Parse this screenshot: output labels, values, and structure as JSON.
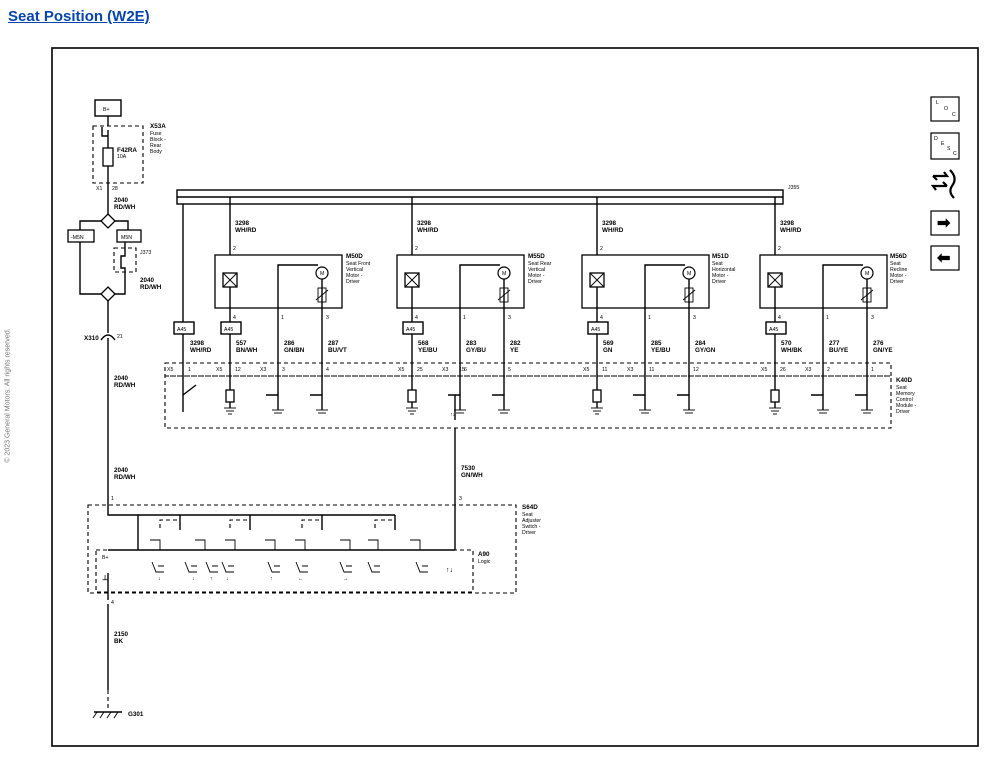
{
  "page": {
    "title": "Seat Position (W2E)",
    "copyright": "© 2023 General Motors.  All rights reserved."
  },
  "diagram": {
    "battery_label": "B+",
    "fuse_block": {
      "id": "X53A",
      "name_lines": [
        "Fuse",
        "Block -",
        "Rear",
        "Body"
      ]
    },
    "fuse": {
      "id": "F42RA",
      "rating": "10A"
    },
    "fuse_pins": {
      "left": "X1",
      "right": "28"
    },
    "wire_2040_a": {
      "num": "2040",
      "color": "RD/WH"
    },
    "wire_2040_b": {
      "num": "2040",
      "color": "RD/WH"
    },
    "wire_2040_c": {
      "num": "2040",
      "color": "RD/WH"
    },
    "wire_2040_d": {
      "num": "2040",
      "color": "RD/WH"
    },
    "option_boxes": {
      "left": "-M5N",
      "right": "M5N"
    },
    "jumper": "J373",
    "inline_connector": {
      "id": "X310",
      "pin": "21"
    },
    "splice": "J355",
    "a45_label": "A45",
    "motors": [
      {
        "id": "M50D",
        "name_lines": [
          "Seat Front",
          "Vertical",
          "Motor -",
          "Driver"
        ],
        "wire": {
          "num": "3298",
          "color": "WH/RD"
        },
        "pins": {
          "top": "2",
          "left": "4",
          "mid": "1",
          "right": "3"
        },
        "sig_left": {
          "num": "557",
          "color": "BN/WH"
        },
        "sig_mid": {
          "num": "286",
          "color": "GN/BN"
        },
        "sig_right": {
          "num": "287",
          "color": "BU/VT"
        },
        "mod_pins": {
          "left_conn": "X5",
          "left": "12",
          "mid_conn": "X3",
          "mid": "3",
          "right": "4"
        }
      },
      {
        "id": "M55D",
        "name_lines": [
          "Seat Rear",
          "Vertical",
          "Motor -",
          "Driver"
        ],
        "wire": {
          "num": "3298",
          "color": "WH/RD"
        },
        "pins": {
          "top": "2",
          "left": "4",
          "mid": "1",
          "right": "3"
        },
        "sig_left": {
          "num": "568",
          "color": "YE/BU"
        },
        "sig_mid": {
          "num": "283",
          "color": "GY/BU"
        },
        "sig_right": {
          "num": "282",
          "color": "YE"
        },
        "mod_pins": {
          "left_conn": "X5",
          "left": "25",
          "mid_conn": "X3",
          "mid": "6",
          "right": "5"
        }
      },
      {
        "id": "M51D",
        "name_lines": [
          "Seat",
          "Horizontal",
          "Motor -",
          "Driver"
        ],
        "wire": {
          "num": "3298",
          "color": "WH/RD"
        },
        "pins": {
          "top": "2",
          "left": "4",
          "mid": "1",
          "right": "3"
        },
        "sig_left": {
          "num": "569",
          "color": "GN"
        },
        "sig_mid": {
          "num": "285",
          "color": "YE/BU"
        },
        "sig_right": {
          "num": "284",
          "color": "GY/GN"
        },
        "mod_pins": {
          "left_conn": "X5",
          "left": "11",
          "mid_conn": "X3",
          "mid": "11",
          "right": "12"
        }
      },
      {
        "id": "M56D",
        "name_lines": [
          "Seat",
          "Recline",
          "Motor -",
          "Driver"
        ],
        "wire": {
          "num": "3298",
          "color": "WH/RD"
        },
        "pins": {
          "top": "2",
          "left": "4",
          "mid": "1",
          "right": "3"
        },
        "sig_left": {
          "num": "570",
          "color": "WH/BK"
        },
        "sig_mid": {
          "num": "277",
          "color": "BU/YE"
        },
        "sig_right": {
          "num": "276",
          "color": "GN/YE"
        },
        "mod_pins": {
          "left_conn": "X5",
          "left": "26",
          "mid_conn": "X3",
          "mid": "2",
          "right": "1"
        }
      }
    ],
    "feed_wire": {
      "num": "3298",
      "color": "WH/RD"
    },
    "feed_pins": {
      "conn": "X5",
      "pin": "1"
    },
    "module": {
      "id": "K40D",
      "name_lines": [
        "Seat",
        "Memory",
        "Control",
        "Module -",
        "Driver"
      ]
    },
    "memory_wire": {
      "num": "7530",
      "color": "GN/WH",
      "module_pin": "15",
      "switch_pin": "3"
    },
    "switch": {
      "id": "S64D",
      "name_lines": [
        "Seat",
        "Adjuster",
        "Switch -",
        "Driver"
      ],
      "feed_pin": "1",
      "ground_pin": "4"
    },
    "logic": {
      "id": "A90",
      "name": "Logic",
      "b_plus": "B+"
    },
    "ground_wire": {
      "num": "2150",
      "color": "BK"
    },
    "ground": "G301"
  },
  "nav": [
    {
      "name": "legend-location-icon",
      "lines": [
        "L",
        "O",
        "C"
      ]
    },
    {
      "name": "legend-description-icon",
      "lines": [
        "D",
        "E",
        "S",
        "C"
      ]
    },
    {
      "name": "flow-icon"
    },
    {
      "name": "next-arrow-icon",
      "glyph": "➡"
    },
    {
      "name": "prev-arrow-icon",
      "glyph": "⬅"
    }
  ]
}
